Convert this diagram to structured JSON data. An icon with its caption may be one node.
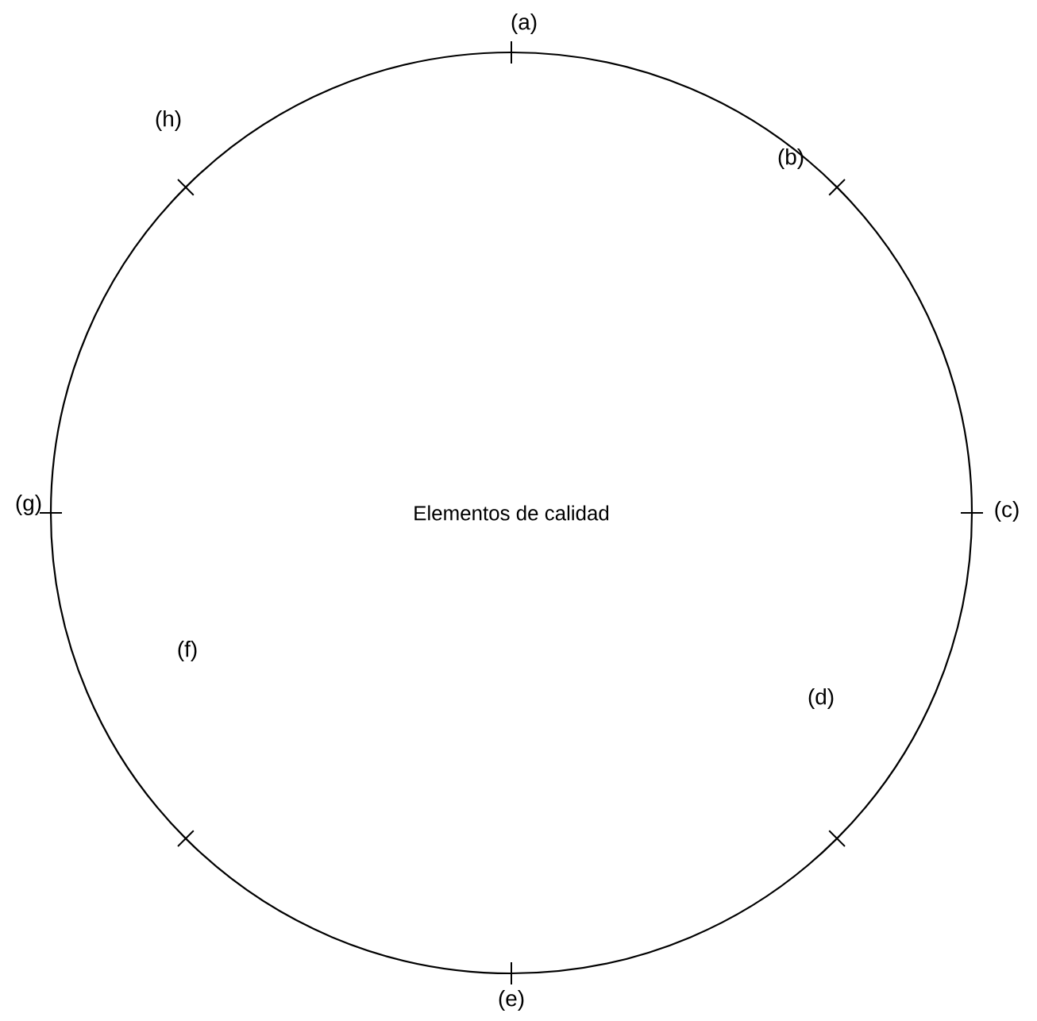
{
  "diagram": {
    "nodes": [
      {
        "text": [
          "Elementos de calidad"
        ]
      }
    ],
    "edges": [],
    "labels": [
      "(a)",
      "(b)",
      "(c)",
      "(d)",
      "(e)",
      "(f)",
      "(g)",
      "(h)"
    ]
  }
}
